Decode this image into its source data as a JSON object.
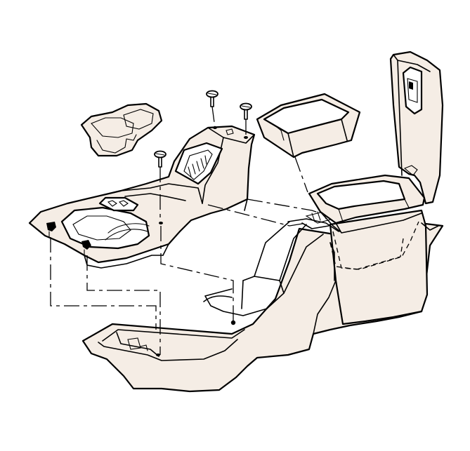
{
  "diagram": {
    "parts": [
      {
        "id": "floor-console-base"
      },
      {
        "id": "front-console-trim-panel"
      },
      {
        "id": "cup-holder-insert"
      },
      {
        "id": "storage-tray"
      },
      {
        "id": "armrest-storage-compartment"
      },
      {
        "id": "screw",
        "count": 3
      }
    ],
    "colors": {
      "line": "#000000",
      "fill": "#f5ede5",
      "background": "#ffffff"
    }
  }
}
